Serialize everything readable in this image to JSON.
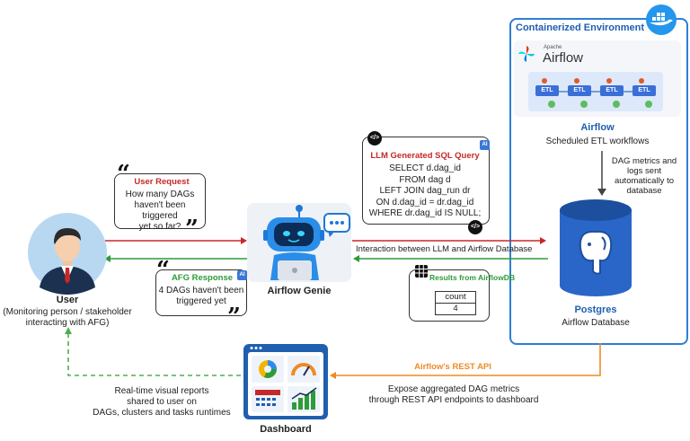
{
  "environment": {
    "title": "Containerized Environment"
  },
  "airflow_logo": {
    "brand_small": "Apache",
    "brand": "Airflow"
  },
  "etl": {
    "labels": [
      "ETL",
      "ETL",
      "ETL",
      "ETL"
    ]
  },
  "airflow": {
    "title": "Airflow",
    "subtitle": "Scheduled ETL workflows"
  },
  "metrics_note": {
    "lines": [
      "DAG metrics and",
      "logs sent",
      "automatically to",
      "database"
    ]
  },
  "postgres": {
    "title": "Postgres",
    "subtitle": "Airflow Database"
  },
  "sql_bubble": {
    "title": "LLM Generated SQL Query",
    "lines": [
      "SELECT d.dag_id",
      "FROM dag d",
      "LEFT JOIN dag_run dr",
      "ON d.dag_id  = dr.dag_id",
      "WHERE dr.dag_id IS NULL;"
    ]
  },
  "user_request": {
    "title": "User Request",
    "lines": [
      "How many DAGs",
      "haven't been triggered",
      "yet so far?"
    ]
  },
  "afg_response": {
    "title": "AFG Response",
    "lines": [
      "4 DAGs haven't been",
      "triggered yet"
    ]
  },
  "interaction_label": "Interaction between LLM and Airflow Database",
  "results": {
    "title": "Results from AirflowDB",
    "column": "count",
    "value": "4"
  },
  "genie": {
    "label": "Airflow Genie"
  },
  "user": {
    "title": "User",
    "lines": [
      "(Monitoring person / stakeholder",
      "interacting with AFG)"
    ]
  },
  "rest_api": {
    "title": "Airflow's REST API",
    "lines": [
      "Expose aggregated DAG metrics",
      "through REST API endpoints to dashboard"
    ]
  },
  "reports": {
    "lines": [
      "Real-time visual reports",
      "shared to user on",
      "DAGs, clusters and tasks runtimes"
    ]
  },
  "dashboard": {
    "label": "Dashboard"
  },
  "colors": {
    "env_border": "#2d7fd3",
    "title_blue": "#1f5fb0",
    "request_red": "#c62828",
    "response_green": "#2e9b3a",
    "api_orange": "#f08a24",
    "dashed_green": "#4caf50"
  }
}
